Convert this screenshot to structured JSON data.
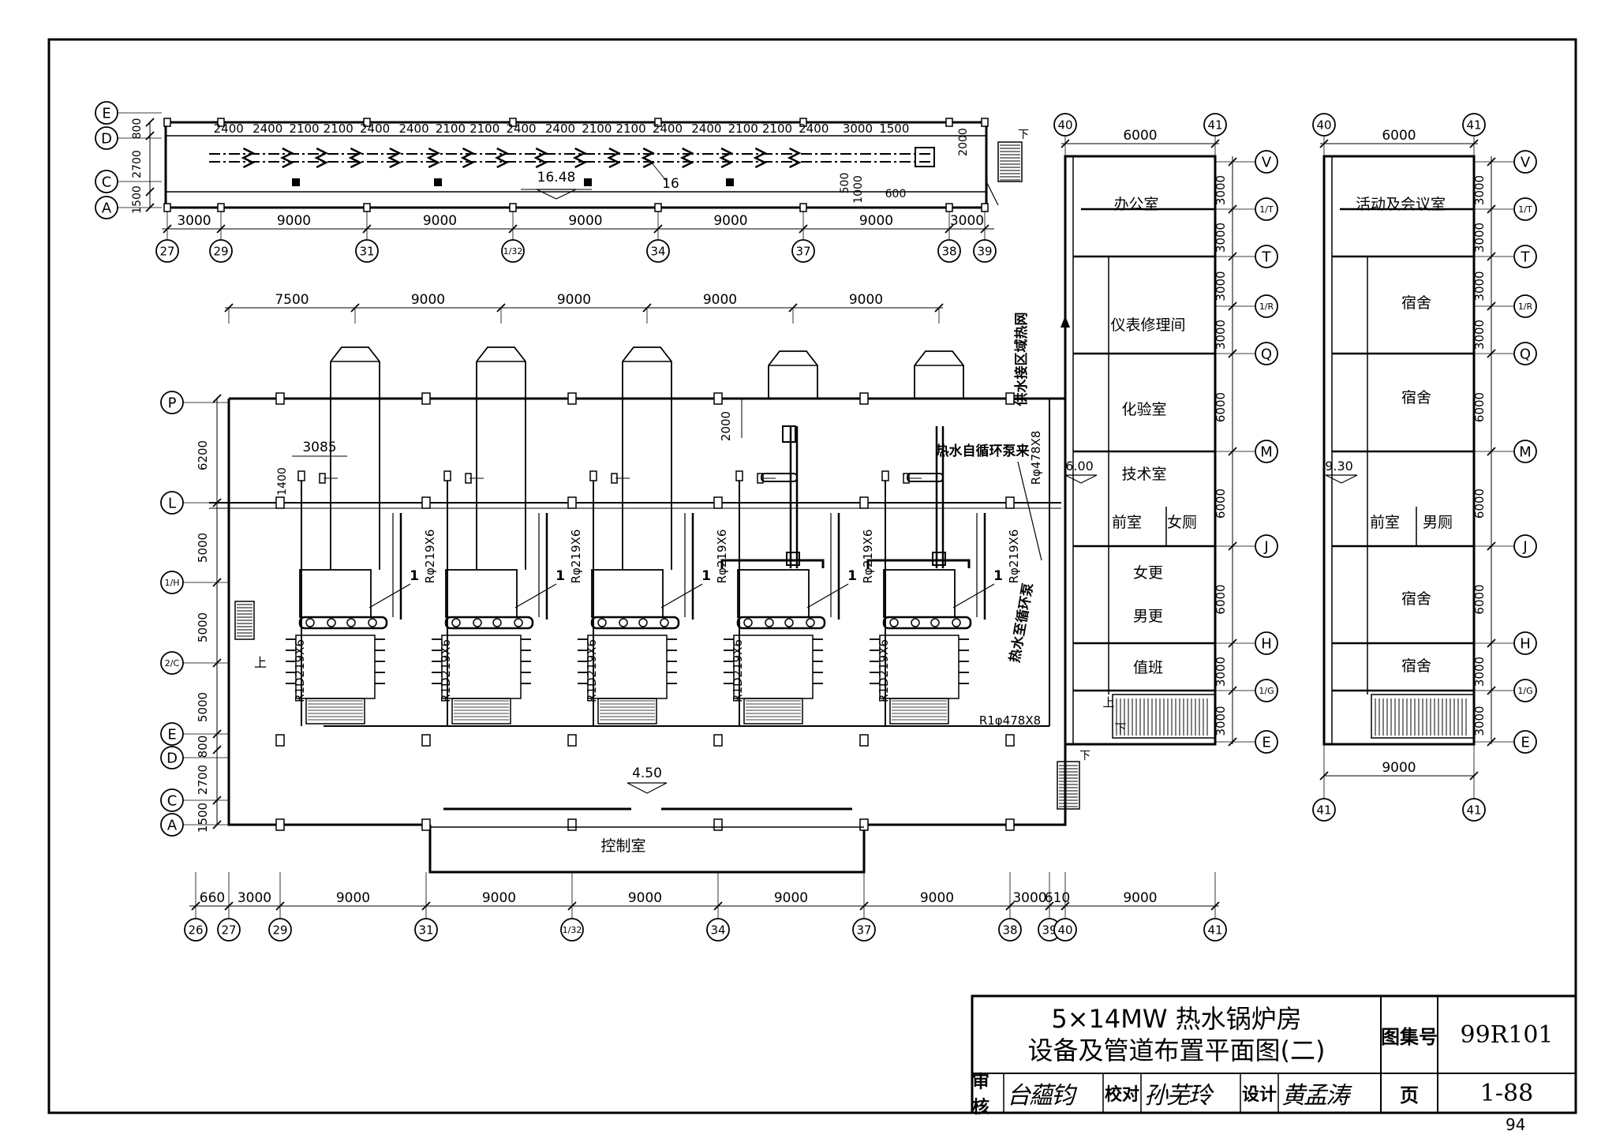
{
  "title_block": {
    "title_line1": "5×14MW 热水锅炉房",
    "title_line2": "设备及管道布置平面图(二)",
    "atlas_label": "图集号",
    "atlas_no": "99R101",
    "page_label": "页",
    "page_no": "1-88",
    "review_label": "审核",
    "review_sig": "台蘊钧",
    "check_label": "校对",
    "check_sig": "孙芜玲",
    "design_label": "设计",
    "design_sig": "黄孟涛"
  },
  "sheet_number": "94",
  "top_plan": {
    "row_axes": [
      "E",
      "D",
      "C",
      "A"
    ],
    "row_dims": [
      "800",
      "2700",
      "1500"
    ],
    "col_axes": [
      "27",
      "29",
      "31",
      "1/32",
      "34",
      "37",
      "38",
      "39"
    ],
    "col_dims": [
      "3000",
      "9000",
      "9000",
      "9000",
      "9000",
      "9000",
      "3000"
    ],
    "pipe_spacings": [
      "2400",
      "2400",
      "2100",
      "2100",
      "2400",
      "2400",
      "2100",
      "2100",
      "2400",
      "2400",
      "2100",
      "2100",
      "2400",
      "2400",
      "2100",
      "2100",
      "2400",
      "3000",
      "1500"
    ],
    "elevation": "16.48",
    "label_16": "16",
    "dim_2000": "2000",
    "dim_500": "500",
    "dim_1000": "1000",
    "dim_600": "600",
    "stair_down": "下"
  },
  "main_plan": {
    "row_axes": [
      "P",
      "L",
      "1/H",
      "2/C",
      "E",
      "D",
      "C",
      "A"
    ],
    "row_dims": [
      "6200",
      "5000",
      "5000",
      "5000",
      "800",
      "2700",
      "1500"
    ],
    "col_axes": [
      "26",
      "27",
      "29",
      "31",
      "1/32",
      "34",
      "37",
      "38",
      "39",
      "40",
      "41"
    ],
    "bottom_dims": [
      "660",
      "3000",
      "9000",
      "9000",
      "9000",
      "9000",
      "9000",
      "3000",
      "610",
      "9000"
    ],
    "top_dims": [
      "7500",
      "9000",
      "9000",
      "9000",
      "9000"
    ],
    "dim_3085": "3085",
    "dim_1400": "1400",
    "dim_2000": "2000",
    "boiler_label": "1",
    "pipe_branch": "Rφ219X6",
    "pipe_return": "R1D219X6",
    "pipe_main_top": "Rφ478X8",
    "pipe_main_bottom": "R1φ478X8",
    "label_supply": "供水接区域热网",
    "label_self_pump": "热水自循环泵来",
    "label_main_pump": "热水至循环泵",
    "elevation_floor": "4.50",
    "control_room": "控制室",
    "stair_up": "上",
    "stair_down": "下"
  },
  "annex_left": {
    "top_axes": [
      "40",
      "41"
    ],
    "top_dim": "6000",
    "row_axes": [
      "V",
      "1/T",
      "T",
      "1/R",
      "Q",
      "M",
      "J",
      "H",
      "1/G",
      "E"
    ],
    "row_dims": [
      "3000",
      "3000",
      "3000",
      "3000",
      "6000",
      "6000",
      "6000",
      "3000",
      "3000"
    ],
    "elevation": "6.00",
    "rooms": [
      "办公室",
      "仪表修理间",
      "化验室",
      "技术室",
      "前室",
      "女厕",
      "女更",
      "男更",
      "值班"
    ],
    "stair_up": "上",
    "stair_down": "下"
  },
  "annex_right": {
    "top_axes": [
      "40",
      "41"
    ],
    "top_dim": "6000",
    "bottom_axes": [
      "41",
      "41"
    ],
    "bottom_dim": "9000",
    "row_axes": [
      "V",
      "1/T",
      "T",
      "1/R",
      "Q",
      "M",
      "J",
      "H",
      "1/G",
      "E"
    ],
    "row_dims": [
      "3000",
      "3000",
      "3000",
      "3000",
      "6000",
      "6000",
      "6000",
      "3000",
      "3000"
    ],
    "elevation": "9.30",
    "rooms": [
      "活动及会议室",
      "宿舍",
      "宿舍",
      "前室",
      "男厕",
      "宿舍",
      "宿舍"
    ]
  }
}
